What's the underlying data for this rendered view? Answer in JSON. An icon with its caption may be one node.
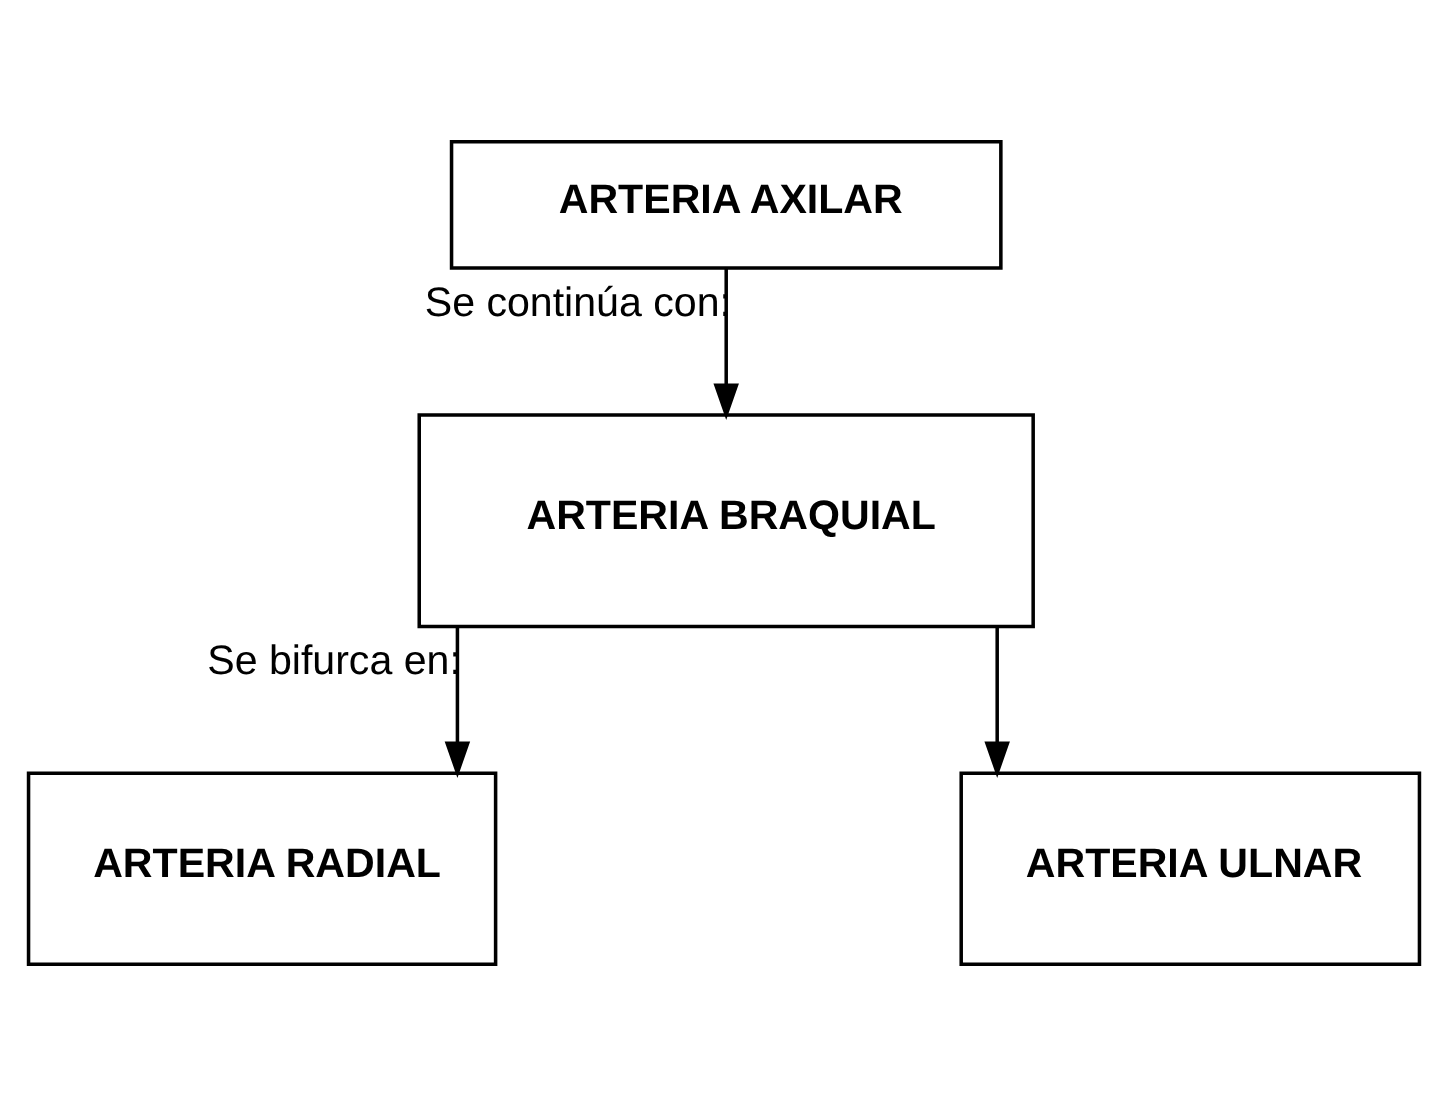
{
  "diagram": {
    "nodes": [
      {
        "text": [
          "ARTERIA AXILAR"
        ]
      },
      {
        "text": [
          "ARTERIA BRAQUIAL"
        ]
      },
      {
        "text": [
          "ARTERIA RADIAL"
        ]
      },
      {
        "text": [
          "ARTERIA ULNAR"
        ]
      }
    ],
    "edges": [
      {
        "from": 0,
        "to": 1,
        "arrow": "to",
        "label": "Se continúa con:"
      },
      {
        "from": 1,
        "to": 2,
        "arrow": "to",
        "label": "Se bifurca en:"
      },
      {
        "from": 1,
        "to": 3,
        "arrow": "to"
      }
    ]
  }
}
